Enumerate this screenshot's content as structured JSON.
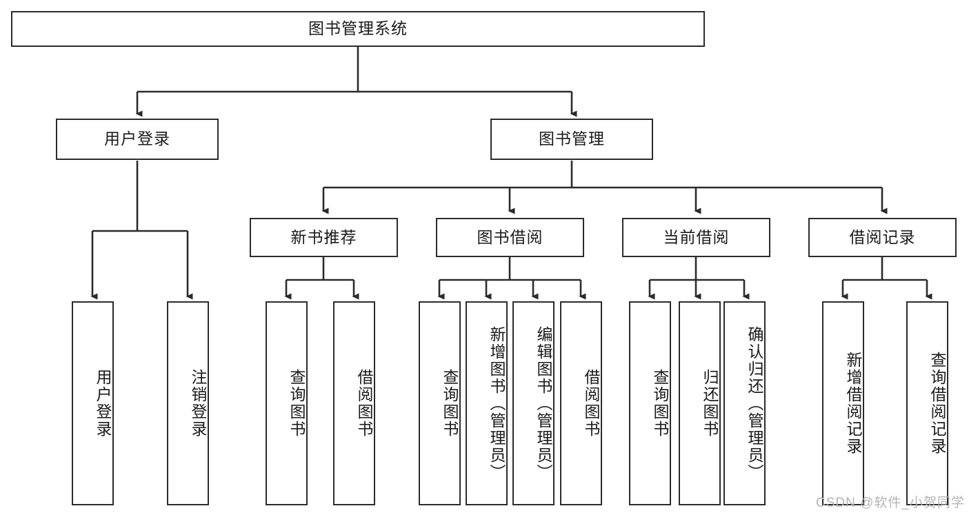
{
  "diagram": {
    "title": "图书管理系统",
    "type": "hierarchy-tree",
    "colors": {
      "stroke": "#2b2b2b",
      "fill": "#ffffff",
      "text": "#1a1a1a",
      "watermark": "#b4b4b4"
    },
    "levels": {
      "root": {
        "label": "图书管理系统"
      },
      "level2": [
        {
          "label": "用户登录"
        },
        {
          "label": "图书管理"
        }
      ],
      "level3": [
        {
          "label": "新书推荐"
        },
        {
          "label": "图书借阅"
        },
        {
          "label": "当前借阅"
        },
        {
          "label": "借阅记录"
        }
      ],
      "leaves": {
        "user_login": [
          {
            "label": "用户登录"
          },
          {
            "label": "注销登录"
          }
        ],
        "new_book_recommend": [
          {
            "label": "查询图书"
          },
          {
            "label": "借阅图书"
          }
        ],
        "book_borrow": [
          {
            "label": "查询图书"
          },
          {
            "label": "新增图书（管理员）"
          },
          {
            "label": "编辑图书（管理员）"
          },
          {
            "label": "借阅图书"
          }
        ],
        "current_borrow": [
          {
            "label": "查询图书"
          },
          {
            "label": "归还图书"
          },
          {
            "label": "确认归还（管理员）"
          }
        ],
        "borrow_record": [
          {
            "label": "新增借阅记录"
          },
          {
            "label": "查询借阅记录"
          }
        ]
      }
    }
  },
  "watermark": {
    "text": "CSDN @软件_小贺同学"
  }
}
